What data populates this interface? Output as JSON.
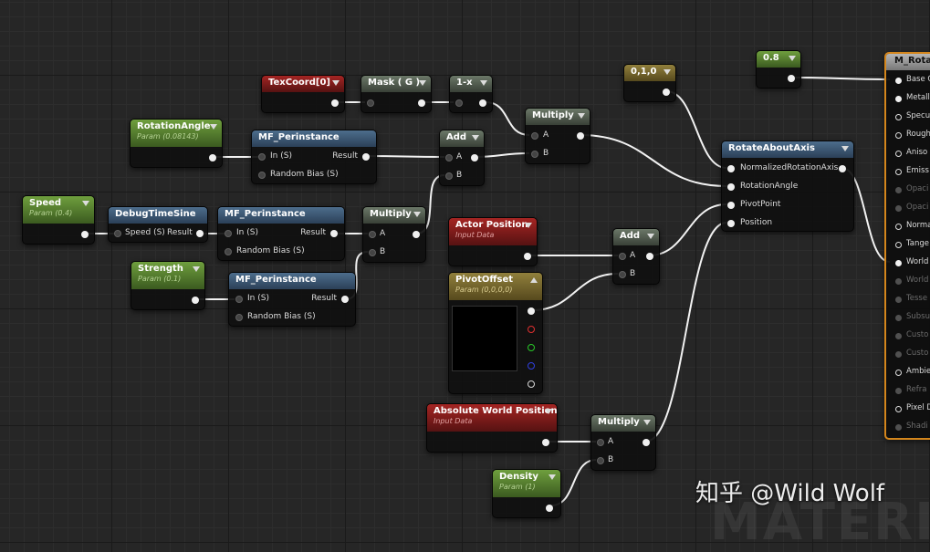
{
  "nodes": {
    "texcoord": {
      "title": "TexCoord[0]"
    },
    "mask": {
      "title": "Mask ( G )"
    },
    "one_minus": {
      "title": "1-x"
    },
    "const_010": {
      "title": "0,1,0"
    },
    "const_08": {
      "title": "0.8"
    },
    "multiply_top": {
      "title": "Multiply",
      "pins": [
        "A",
        "B"
      ]
    },
    "rotation_angle": {
      "title": "RotationAngle",
      "sub": "Param (0.08143)"
    },
    "mf_perinstance_1": {
      "title": "MF_Perinstance",
      "in_label": "In (S)",
      "bias_label": "Random Bias (S)",
      "out_label": "Result"
    },
    "add_top": {
      "title": "Add",
      "pins": [
        "A",
        "B"
      ]
    },
    "speed": {
      "title": "Speed",
      "sub": "Param (0.4)"
    },
    "debug_time_sine": {
      "title": "DebugTimeSine",
      "in_label": "Speed (S)",
      "out_label": "Result"
    },
    "mf_perinstance_2": {
      "title": "MF_Perinstance",
      "in_label": "In (S)",
      "bias_label": "Random Bias (S)",
      "out_label": "Result"
    },
    "multiply_mid": {
      "title": "Multiply",
      "pins": [
        "A",
        "B"
      ]
    },
    "strength": {
      "title": "Strength",
      "sub": "Param (0.1)"
    },
    "mf_perinstance_3": {
      "title": "MF_Perinstance",
      "in_label": "In (S)",
      "bias_label": "Random Bias (S)",
      "out_label": "Result"
    },
    "actor_position": {
      "title": "Actor Position",
      "sub": "Input Data"
    },
    "add_mid": {
      "title": "Add",
      "pins": [
        "A",
        "B"
      ]
    },
    "pivot_offset": {
      "title": "PivotOffset",
      "sub": "Param (0,0,0,0)"
    },
    "rotate_about_axis": {
      "title": "RotateAboutAxis",
      "pins": [
        "NormalizedRotationAxis",
        "RotationAngle",
        "PivotPoint",
        "Position"
      ]
    },
    "absolute_world_position": {
      "title": "Absolute World Position",
      "sub": "Input Data"
    },
    "multiply_bottom": {
      "title": "Multiply",
      "pins": [
        "A",
        "B"
      ]
    },
    "density": {
      "title": "Density",
      "sub": "Param (1)"
    }
  },
  "material_node": {
    "title": "M_Rotato",
    "pins": [
      "Base C",
      "Metall",
      "Specu",
      "Rough",
      "Aniso",
      "Emiss",
      "Opaci",
      "Opaci",
      "Norma",
      "Tange",
      "World",
      "World",
      "Tesse",
      "Subsu",
      "Custo",
      "Custo",
      "Ambie",
      "Refra",
      "Pixel D",
      "Shadi"
    ]
  },
  "watermark": {
    "text": "知乎 @Wild Wolf"
  },
  "background_text": "MATERIAL",
  "colors": {
    "param_header": "#4f7a2c",
    "function_header": "#3b5570",
    "input_data_header": "#8a1c1c",
    "math_header": "#525e50",
    "vector_param_header": "#786a2c",
    "selected_outline": "#d4861c",
    "wire": "#f2f2f2"
  }
}
